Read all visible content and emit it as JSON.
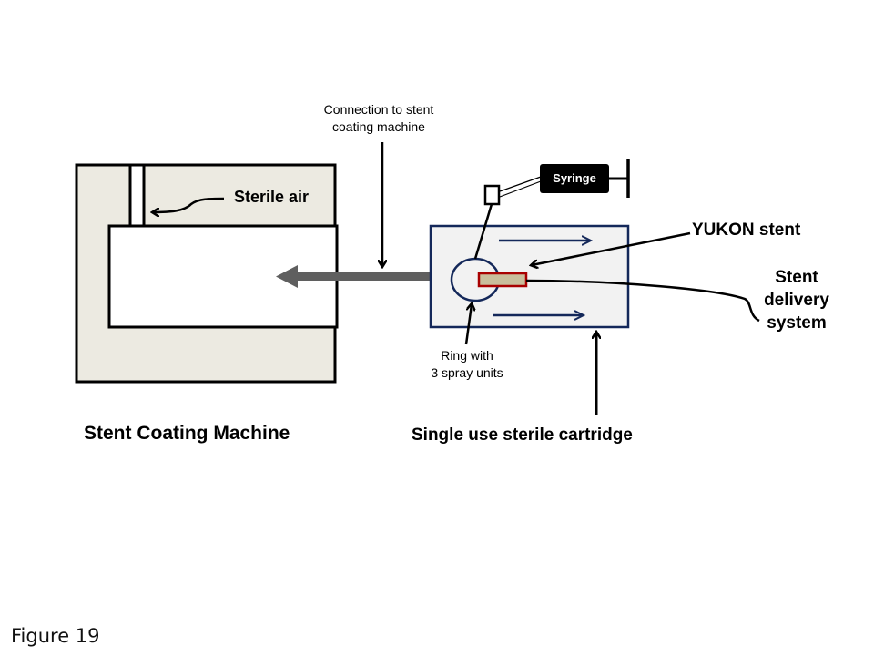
{
  "figure_caption": "Figure 19",
  "labels": {
    "sterile_air": "Sterile air",
    "connection": [
      "Connection to stent",
      "coating machine"
    ],
    "syringe": "Syringe",
    "yukon_stent": "YUKON  stent",
    "stent_delivery": [
      "Stent",
      "delivery",
      "system"
    ],
    "ring": [
      "Ring with",
      "3 spray units"
    ],
    "machine_title": "Stent Coating Machine",
    "cartridge_title": "Single  use  sterile  cartridge"
  },
  "colors": {
    "machine_fill": "#ECEAE1",
    "cartridge_fill": "#F2F2F2",
    "cartridge_border": "#14285A",
    "flow_arrow": "#14285A",
    "connector_arrow": "#5F5F5F",
    "stent_fill": "#C9BE9C",
    "stent_border": "#A80000",
    "syringe_fill": "#000000"
  }
}
